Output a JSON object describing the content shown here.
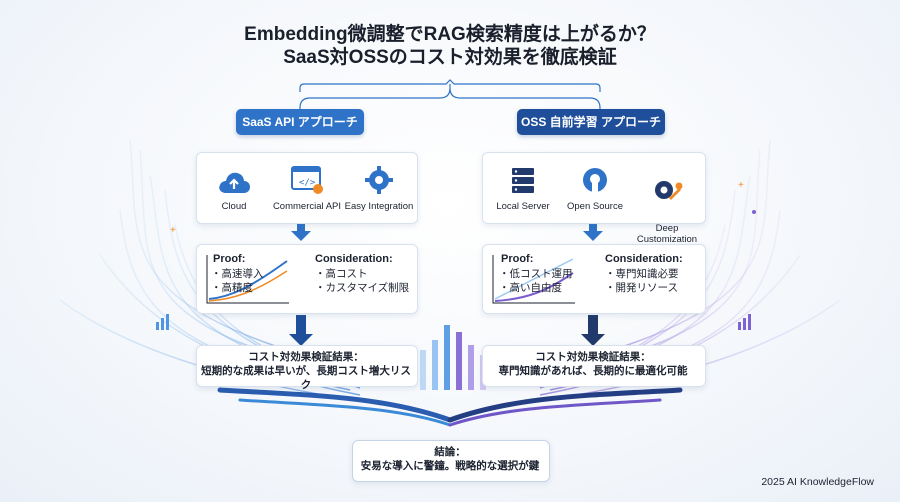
{
  "title": {
    "line1": "Embedding微調整でRAG検索精度は上がるか？",
    "line2": "SaaS対OSSのコスト対効果を徹底検証"
  },
  "left": {
    "pill": "SaaS API アプローチ",
    "tools": [
      {
        "label": "Cloud",
        "icon": "cloud-upload-icon"
      },
      {
        "label": "Commercial API",
        "icon": "code-window-icon"
      },
      {
        "label": "Easy Integration",
        "icon": "gear-icon"
      }
    ],
    "proof_title": "Proof:",
    "proof_items": [
      "・高速導入",
      "・高精度"
    ],
    "consideration_title": "Consideration:",
    "consideration_items": [
      "・高コスト",
      "・カスタマイズ制限"
    ],
    "result_line1": "コスト対効果検証結果：",
    "result_line2": "短期的な成果は早いが、長期コスト増大リスク"
  },
  "right": {
    "pill": "OSS 自前学習 アプローチ",
    "tools": [
      {
        "label": "Local Server",
        "icon": "server-icon"
      },
      {
        "label": "Open Source",
        "icon": "open-source-icon"
      },
      {
        "label": "Deep\nCustomization",
        "icon": "wrench-gear-icon"
      }
    ],
    "proof_title": "Proof:",
    "proof_items": [
      "・低コスト運用",
      "・高い自由度"
    ],
    "consideration_title": "Consideration:",
    "consideration_items": [
      "・専門知識必要",
      "・開発リソース"
    ],
    "result_line1": "コスト対効果検証結果：",
    "result_line2": "専門知識があれば、長期的に最適化可能"
  },
  "conclusion": {
    "line1": "結論：",
    "line2": "安易な導入に警鐘。戦略的な選択が鍵"
  },
  "footer": "2025 AI KnowledgeFlow",
  "colors": {
    "accent_blue": "#2f73c9",
    "dark_blue": "#1f4f9a",
    "navy": "#223a6b",
    "purple": "#7b5ccf",
    "orange": "#f08a24"
  }
}
